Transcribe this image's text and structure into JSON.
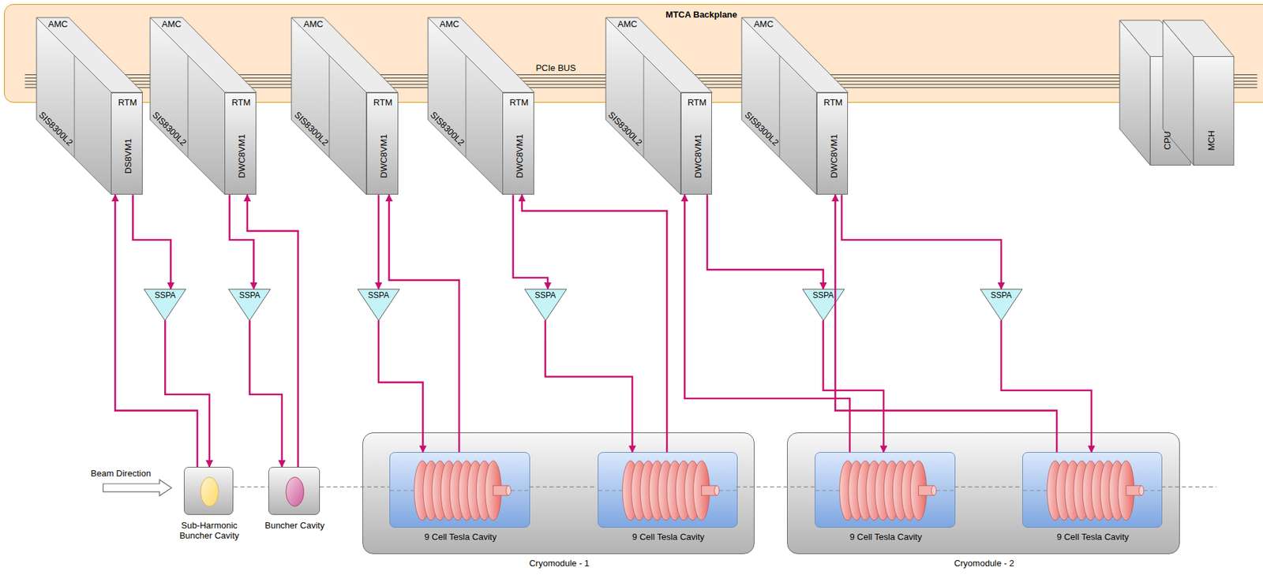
{
  "diagram": {
    "nodes": [
      {
        "text": [
          "MTCA Backplane"
        ]
      },
      {
        "text": [
          "AMC",
          "SIS8300L2"
        ]
      },
      {
        "text": [
          "RTM",
          "DS8VM1"
        ]
      },
      {
        "text": [
          "AMC",
          "SIS8300L2"
        ]
      },
      {
        "text": [
          "RTM",
          "DWC8VM1"
        ]
      },
      {
        "text": [
          "AMC",
          "SIS8300L2"
        ]
      },
      {
        "text": [
          "RTM",
          "DWC8VM1"
        ]
      },
      {
        "text": [
          "AMC",
          "SIS8300L2"
        ]
      },
      {
        "text": [
          "RTM",
          "DWC8VM1"
        ]
      },
      {
        "text": [
          "AMC",
          "SIS8300L2"
        ]
      },
      {
        "text": [
          "RTM",
          "DWC8VM1"
        ]
      },
      {
        "text": [
          "AMC",
          "SIS8300L2"
        ]
      },
      {
        "text": [
          "RTM",
          "DWC8VM1"
        ]
      },
      {
        "text": [
          "CPU"
        ]
      },
      {
        "text": [
          "MCH"
        ]
      },
      {
        "text": [
          "SSPA"
        ]
      },
      {
        "text": [
          "SSPA"
        ]
      },
      {
        "text": [
          "SSPA"
        ]
      },
      {
        "text": [
          "SSPA"
        ]
      },
      {
        "text": [
          "SSPA"
        ]
      },
      {
        "text": [
          "SSPA"
        ]
      },
      {
        "text": [
          "Sub-Harmonic Buncher Cavity"
        ]
      },
      {
        "text": [
          "Buncher Cavity"
        ]
      },
      {
        "text": [
          "Cryomodule - 1"
        ]
      },
      {
        "text": [
          "9 Cell Tesla Cavity"
        ],
        "in": 23
      },
      {
        "text": [
          "9 Cell Tesla Cavity"
        ],
        "in": 23
      },
      {
        "text": [
          "Cryomodule - 2"
        ]
      },
      {
        "text": [
          "9 Cell Tesla Cavity"
        ],
        "in": 26
      },
      {
        "text": [
          "9 Cell Tesla Cavity"
        ],
        "in": 26
      }
    ],
    "edges": [
      {
        "from": 2,
        "to": 15,
        "arrow": "to"
      },
      {
        "from": 15,
        "to": 21,
        "arrow": "to"
      },
      {
        "from": 21,
        "to": 2,
        "arrow": "to"
      },
      {
        "from": 4,
        "to": 16,
        "arrow": "to"
      },
      {
        "from": 16,
        "to": 22,
        "arrow": "to"
      },
      {
        "from": 22,
        "to": 4,
        "arrow": "to"
      },
      {
        "from": 6,
        "to": 17,
        "arrow": "to"
      },
      {
        "from": 17,
        "to": 24,
        "arrow": "to"
      },
      {
        "from": 24,
        "to": 6,
        "arrow": "to"
      },
      {
        "from": 8,
        "to": 18,
        "arrow": "to"
      },
      {
        "from": 18,
        "to": 25,
        "arrow": "to"
      },
      {
        "from": 25,
        "to": 8,
        "arrow": "to"
      },
      {
        "from": 10,
        "to": 19,
        "arrow": "to"
      },
      {
        "from": 19,
        "to": 27,
        "arrow": "to"
      },
      {
        "from": 27,
        "to": 10,
        "arrow": "to"
      },
      {
        "from": 12,
        "to": 20,
        "arrow": "to"
      },
      {
        "from": 20,
        "to": 28,
        "arrow": "to"
      },
      {
        "from": 28,
        "to": 12,
        "arrow": "to"
      }
    ],
    "labels": [
      "PCIe BUS",
      "Beam Direction"
    ]
  }
}
